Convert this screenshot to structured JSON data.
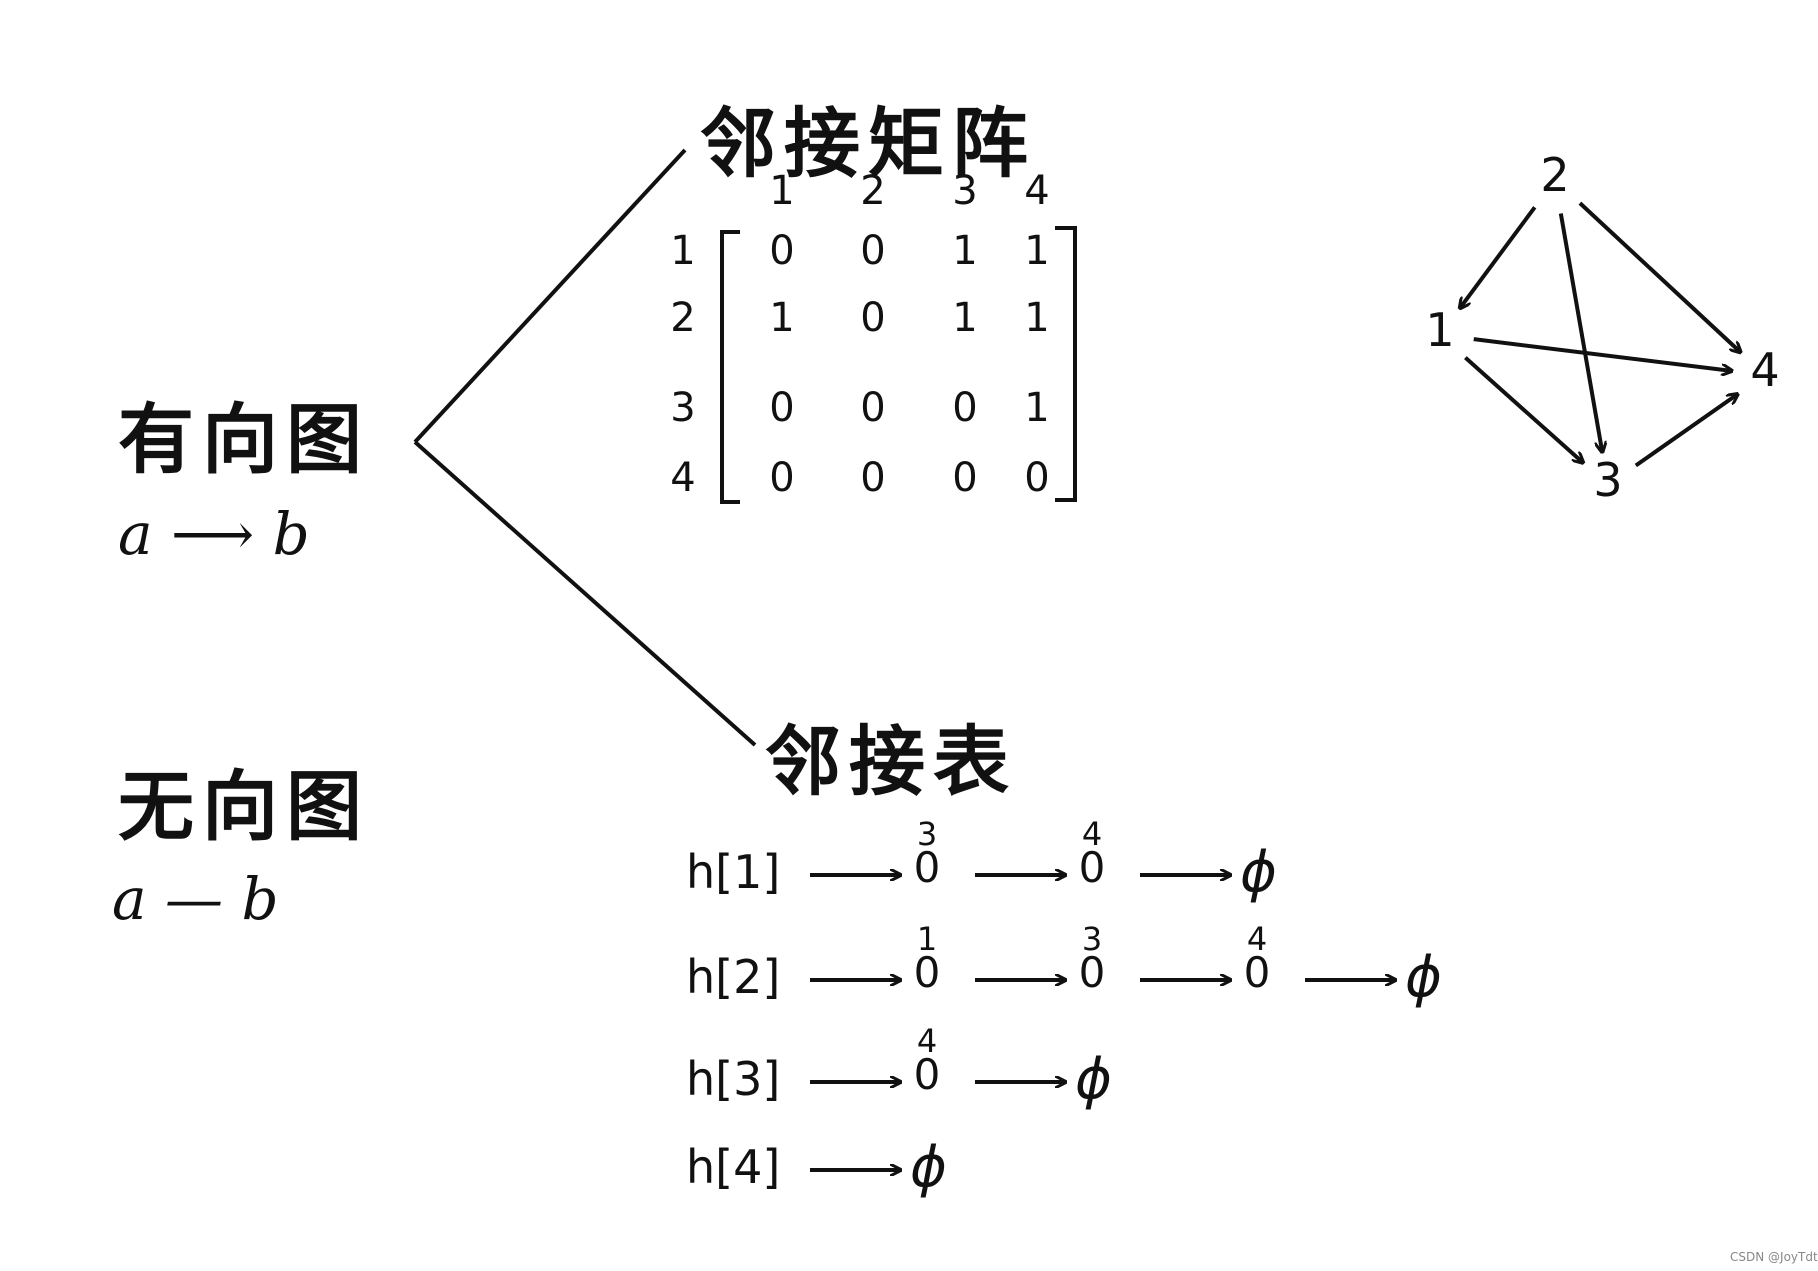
{
  "directed": {
    "title": "有向图",
    "notation": "a ⟶ b"
  },
  "undirected": {
    "title": "无向图",
    "notation": "a — b"
  },
  "matrix": {
    "title": "邻接矩阵",
    "col_headers": [
      "1",
      "2",
      "3",
      "4"
    ],
    "row_headers": [
      "1",
      "2",
      "3",
      "4"
    ],
    "rows": [
      [
        "0",
        "0",
        "1",
        "1"
      ],
      [
        "1",
        "0",
        "1",
        "1"
      ],
      [
        "0",
        "0",
        "0",
        "1"
      ],
      [
        "0",
        "0",
        "0",
        "0"
      ]
    ]
  },
  "adj_list": {
    "title": "邻接表",
    "rows": [
      {
        "head": "h[1]",
        "nodes": [
          "3",
          "4"
        ],
        "null_symbol": "ϕ"
      },
      {
        "head": "h[2]",
        "nodes": [
          "1",
          "3",
          "4"
        ],
        "null_symbol": "ϕ"
      },
      {
        "head": "h[3]",
        "nodes": [
          "4"
        ],
        "null_symbol": "ϕ"
      },
      {
        "head": "h[4]",
        "nodes": [],
        "null_symbol": "ϕ"
      }
    ],
    "node_symbol": "0"
  },
  "graph": {
    "nodes": [
      "1",
      "2",
      "3",
      "4"
    ],
    "edges": [
      [
        "2",
        "1"
      ],
      [
        "2",
        "4"
      ],
      [
        "2",
        "3"
      ],
      [
        "1",
        "4"
      ],
      [
        "1",
        "3"
      ],
      [
        "3",
        "4"
      ]
    ]
  },
  "watermark": "CSDN @JoyTdt"
}
